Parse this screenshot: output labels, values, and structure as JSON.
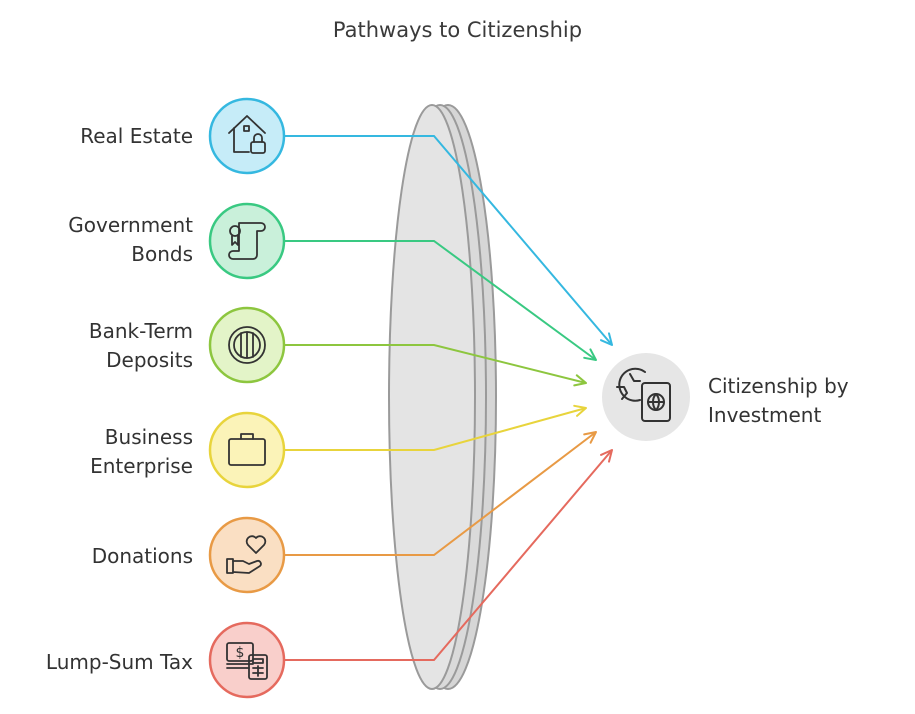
{
  "title": "Pathways to Citizenship",
  "target": {
    "label": "Citizenship by\nInvestment",
    "icon": "globe-passport-icon",
    "color": "#e6e6e6"
  },
  "pathways": [
    {
      "label": "Real Estate",
      "icon": "house-lock-icon",
      "color": "#35b8e0",
      "fill": "#c6ecf8"
    },
    {
      "label": "Government\nBonds",
      "icon": "certificate-scroll-icon",
      "color": "#39c982",
      "fill": "#c9f0da"
    },
    {
      "label": "Bank-Term\nDeposits",
      "icon": "vault-icon",
      "color": "#8dc63f",
      "fill": "#e3f4c8"
    },
    {
      "label": "Business\nEnterprise",
      "icon": "briefcase-icon",
      "color": "#e8d43c",
      "fill": "#fbf3b8"
    },
    {
      "label": "Donations",
      "icon": "hand-heart-icon",
      "color": "#e89a45",
      "fill": "#fadfc3"
    },
    {
      "label": "Lump-Sum Tax",
      "icon": "cash-calculator-icon",
      "color": "#e56a5e",
      "fill": "#f9cfcb"
    }
  ]
}
